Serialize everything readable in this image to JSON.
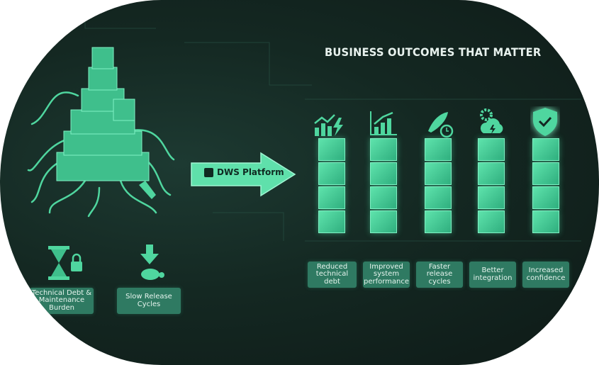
{
  "title": "BUSINESS OUTCOMES THAT MATTER",
  "arrow_label": "DWS Platform",
  "problems": [
    {
      "label": "Technical Debt & Maintenance Burden",
      "icon": "hourglass-lock-icon"
    },
    {
      "label": "Slow Release Cycles",
      "icon": "turtle-down-arrow-icon"
    }
  ],
  "outcomes": [
    {
      "label": "Reduced technical debt",
      "icon": "chart-lightning-icon"
    },
    {
      "label": "Improved system performance",
      "icon": "growth-chart-icon"
    },
    {
      "label": "Faster release cycles",
      "icon": "rocket-clock-icon"
    },
    {
      "label": "Better integration",
      "icon": "gear-cloud-icon"
    },
    {
      "label": "Increased confidence",
      "icon": "shield-check-icon"
    }
  ],
  "colors": {
    "accent": "#4fd69f",
    "label_bg": "#2f7a62",
    "background": "#142822"
  }
}
